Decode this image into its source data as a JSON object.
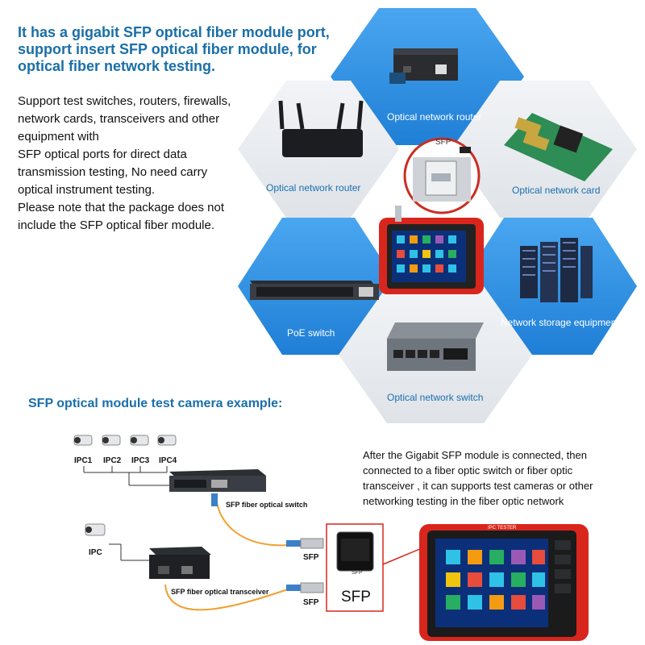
{
  "headline": {
    "lines": [
      "It has a gigabit SFP optical fiber module port,",
      "support insert SFP optical fiber module, for",
      "optical fiber network testing."
    ]
  },
  "description": {
    "lines": [
      "Support test switches, routers, firewalls,",
      "network cards, transceivers and other",
      "equipment with",
      "SFP optical ports for direct data",
      "transmission testing, No need carry",
      "optical instrument testing.",
      "Please note that the package does not",
      "include the SFP optical fiber module."
    ]
  },
  "hexagons": {
    "top": "Optical network router",
    "left_upper": "Optical network router",
    "right_upper": "Optical network card",
    "left_lower": "PoE switch",
    "right_lower": "Network storage equipment",
    "bottom": "Optical network switch"
  },
  "zoom_badge": "SFP",
  "example": {
    "title": "SFP optical module test camera example:",
    "ipc_labels": [
      "IPC1",
      "IPC2",
      "IPC3",
      "IPC4"
    ],
    "ipc_single": "IPC",
    "switch_label": "SFP fiber optical switch",
    "transceiver_label": "SFP fiber optical transceiver",
    "sfp_small_1": "SFP",
    "sfp_small_2": "SFP",
    "sfp_box_big": "SFP",
    "sfp_box_small": "SFP",
    "tester_header": "IPC TESTER",
    "paragraph": [
      "After the Gigabit SFP module is connected, then",
      "connected to a fiber optic switch or fiber optic",
      "transceiver , it can supports test cameras or other",
      "networking testing  in the fiber optic network"
    ]
  },
  "colors": {
    "title_blue": "#1a6fa8",
    "hex_blue": "#2f8fe0",
    "hex_gray": "#e9ecf0",
    "tester_red": "#d9261c"
  }
}
